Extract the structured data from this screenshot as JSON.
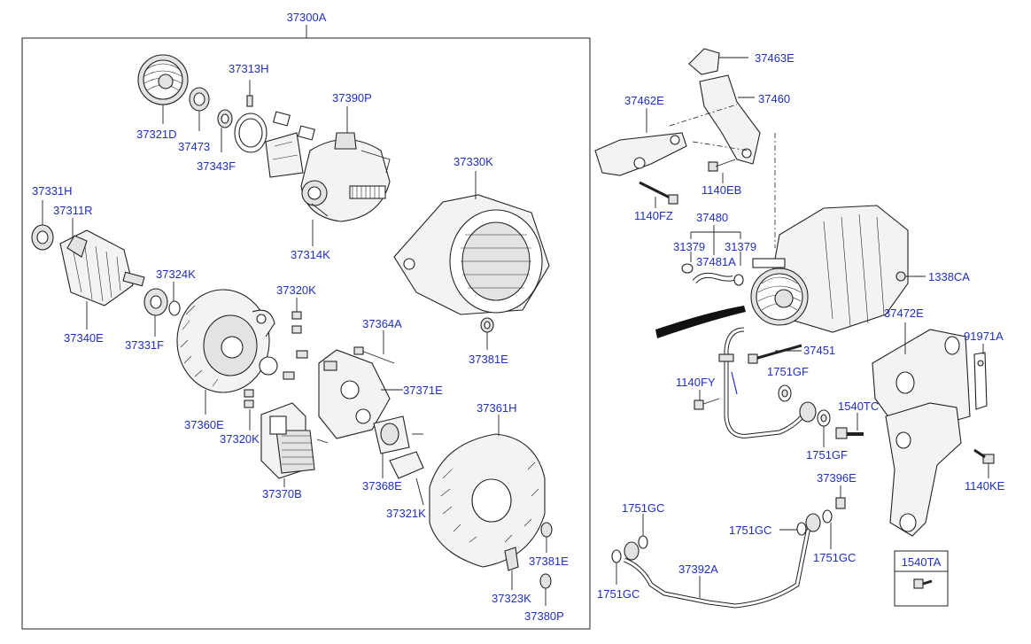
{
  "colors": {
    "label": "#1f2fbf",
    "line": "#222222",
    "background": "#ffffff"
  },
  "labels": {
    "p37300A": "37300A",
    "p37321D": "37321D",
    "p37473": "37473",
    "p37313H": "37313H",
    "p37343F": "37343F",
    "p37390P": "37390P",
    "p37314K": "37314K",
    "p37330K": "37330K",
    "p37331H": "37331H",
    "p37311R": "37311R",
    "p37340E": "37340E",
    "p37324K": "37324K",
    "p37331F": "37331F",
    "p37320K_top": "37320K",
    "p37320K_bottom": "37320K",
    "p37360E": "37360E",
    "p37364A": "37364A",
    "p37371E": "37371E",
    "p37381E_top": "37381E",
    "p37381E_bottom": "37381E",
    "p37370B": "37370B",
    "p37368E": "37368E",
    "p37321K": "37321K",
    "p37361H": "37361H",
    "p37323K": "37323K",
    "p37380P": "37380P",
    "p37463E": "37463E",
    "p37462E": "37462E",
    "p37460": "37460",
    "p1140EB": "1140EB",
    "p1140FZ": "1140FZ",
    "p37480": "37480",
    "p31379_left": "31379",
    "p31379_right": "31379",
    "p37481A": "37481A",
    "p1338CA": "1338CA",
    "p37472E": "37472E",
    "p91971A": "91971A",
    "p37451": "37451",
    "p1140FY": "1140FY",
    "p1751GF_top": "1751GF",
    "p1751GF_bottom": "1751GF",
    "p1540TC": "1540TC",
    "p1140KE": "1140KE",
    "p37396E": "37396E",
    "p1751GC_top": "1751GC",
    "p1751GC_mid": "1751GC",
    "p1751GC_right": "1751GC",
    "p1751GC_bottom": "1751GC",
    "p37392A": "37392A",
    "p1540TA": "1540TA"
  }
}
